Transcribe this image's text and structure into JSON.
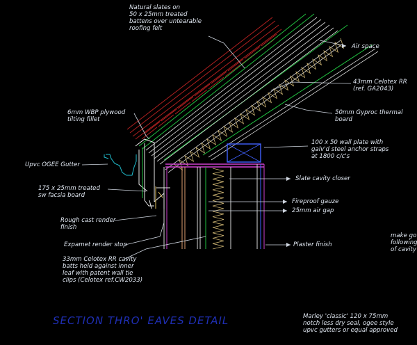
{
  "drawing": {
    "title": "SECTION THRO' EAVES DETAIL",
    "labels": {
      "natural_slates": "Natural slates on\n50 x 25mm treated\nbattens over untearable\nroofing felt",
      "air_space": "Air space",
      "celotex_rr": "43mm Celotex RR\n(ref. GA2043)",
      "gyproc": "50mm Gyproc thermal\nboard",
      "plywood_fillet": "6mm WBP plywood\ntilting fillet",
      "wall_plate": "100 x 50 wall plate with\ngalv'd steel anchor straps\nat 1800 c/c's",
      "upvc_gutter": "Upvc OGEE Gutter",
      "slate_closer": "Slate cavity closer",
      "fascia": "175 x 25mm treated\nsw facsia board",
      "fireproof": "Fireproof gauze",
      "air_gap": "25mm air gap",
      "render": "Rough cast render\nfinish",
      "expamet": "Expamet render stop",
      "plaster": "Plaster finish",
      "cavity_batts": "33mm Celotex RR cavity\nbatts held against inner\nleaf with patent wall tie\nclips (Celotex ref.CW2033)",
      "note_right": "make go\nfollowing\nof cavity",
      "marley": "Marley 'classic' 120 x 75mm\nnotch less dry seal, ogee style\nupvc gutters or equal approved"
    }
  },
  "colors": {
    "background": "#000000",
    "text": "#dfe6f0",
    "title": "#1f2fb5",
    "slate": "#b02020",
    "green": "#20c040",
    "magenta": "#d040d0",
    "blue": "#4060ff",
    "white": "#e8e8e8",
    "yellow": "#e0c060",
    "cyan": "#20c0d0"
  }
}
